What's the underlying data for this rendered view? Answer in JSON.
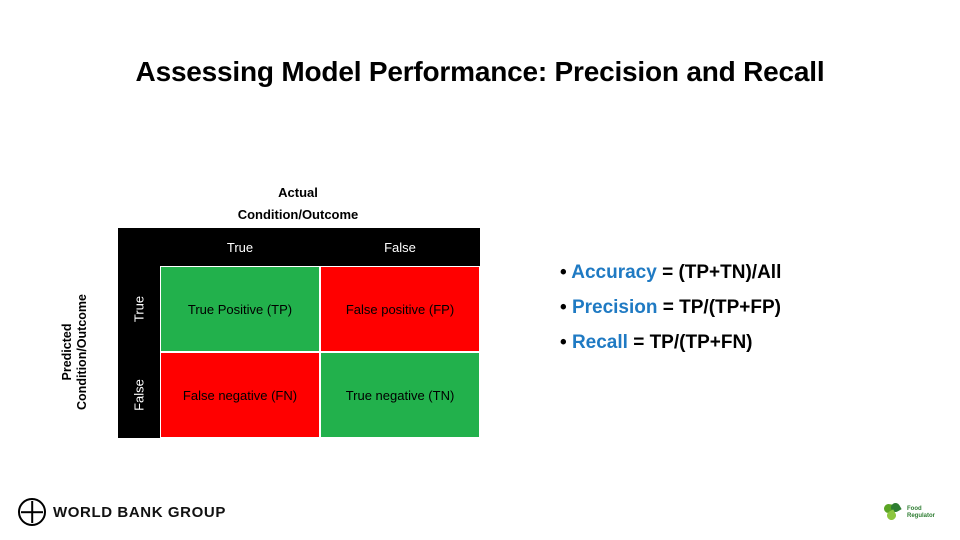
{
  "slide": {
    "title": "Assessing Model Performance: Precision and Recall"
  },
  "matrix": {
    "actual_header_line1": "Actual",
    "actual_header_line2": "Condition/Outcome",
    "predicted_header_line1": "Predicted",
    "predicted_header_line2": "Condition/Outcome",
    "column_headers": [
      "True",
      "False"
    ],
    "row_headers": [
      "True",
      "False"
    ],
    "cells": [
      [
        "True Positive (TP)",
        "False positive (FP)"
      ],
      [
        "False negative (FN)",
        "True negative (TN)"
      ]
    ],
    "colors": {
      "header_bg": "#000000",
      "header_text": "#FFFFFF",
      "true_positive": "#22B14C",
      "false_positive": "#FF0000",
      "false_negative": "#FF0000",
      "true_negative": "#22B14C"
    }
  },
  "metrics": {
    "bullet_char": "•",
    "items": [
      {
        "term": "Accuracy",
        "formula": "= (TP+TN)/All"
      },
      {
        "term": "Precision",
        "formula": "= TP/(TP+FP)"
      },
      {
        "term": "Recall",
        "formula": "= TP/(TP+FN)"
      }
    ],
    "term_color": "#1F7AC3"
  },
  "footer": {
    "worldbank_text": "WORLD BANK GROUP",
    "partner_line1": "Food",
    "partner_line2": "Regulator"
  }
}
